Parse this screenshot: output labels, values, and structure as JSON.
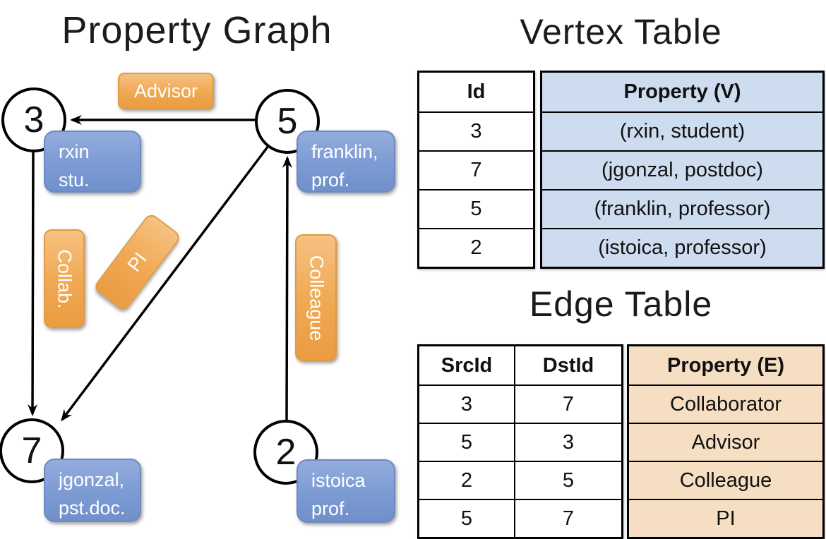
{
  "diagram": {
    "title": "Property Graph",
    "vertices": [
      {
        "id": "3",
        "line1": "rxin",
        "line2": "stu."
      },
      {
        "id": "5",
        "line1": "franklin,",
        "line2": "prof."
      },
      {
        "id": "7",
        "line1": "jgonzal,",
        "line2": "pst.doc."
      },
      {
        "id": "2",
        "line1": "istoica",
        "line2": "prof."
      }
    ],
    "edge_labels": {
      "advisor": "Advisor",
      "collab": "Collab.",
      "pi": "PI",
      "colleague": "Colleague"
    }
  },
  "vertex_table": {
    "title": "Vertex Table",
    "columns": {
      "id": "Id",
      "property": "Property (V)"
    },
    "rows": [
      {
        "id": "3",
        "property": "(rxin, student)"
      },
      {
        "id": "7",
        "property": "(jgonzal, postdoc)"
      },
      {
        "id": "5",
        "property": "(franklin, professor)"
      },
      {
        "id": "2",
        "property": "(istoica, professor)"
      }
    ]
  },
  "edge_table": {
    "title": "Edge Table",
    "columns": {
      "src": "SrcId",
      "dst": "DstId",
      "property": "Property (E)"
    },
    "rows": [
      {
        "src": "3",
        "dst": "7",
        "property": "Collaborator"
      },
      {
        "src": "5",
        "dst": "3",
        "property": "Advisor"
      },
      {
        "src": "2",
        "dst": "5",
        "property": "Colleague"
      },
      {
        "src": "5",
        "dst": "7",
        "property": "PI"
      }
    ]
  },
  "colors": {
    "edge_label_orange": "#F0A852",
    "vertex_label_blue": "#7E9CD4",
    "vertex_cell_bg": "#CEDCF0",
    "edge_cell_bg": "#F6DEC3",
    "line_black": "#000000"
  }
}
